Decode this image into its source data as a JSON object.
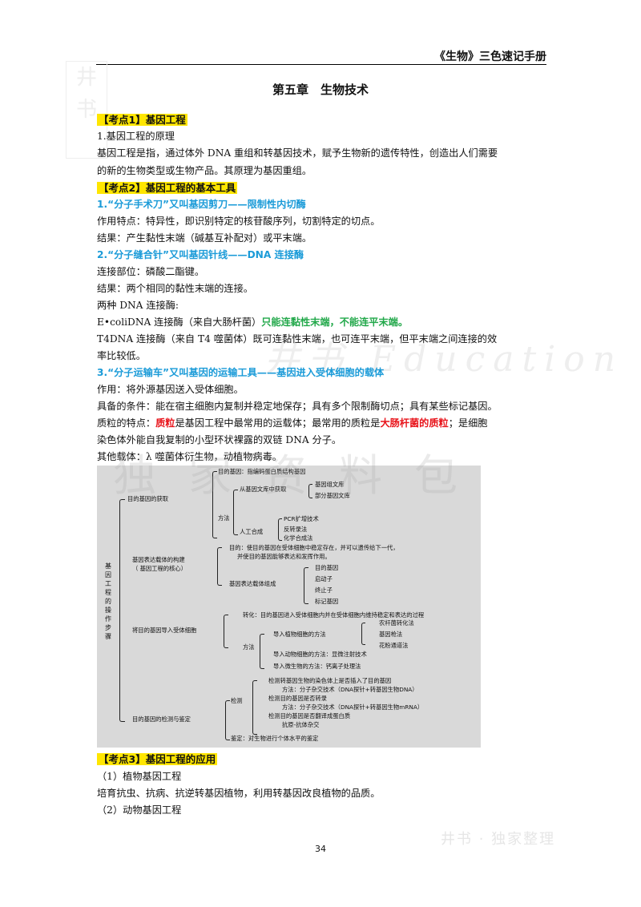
{
  "header": {
    "title": "《生物》三色速记手册"
  },
  "logo": {
    "text": "井书"
  },
  "chapter_title": "第五章　生物技术",
  "sections": {
    "kp1_title": "【考点1】基因工程",
    "kp1_l1": "1.基因工程的原理",
    "kp1_l2": "基因工程是指，通过体外 DNA 重组和转基因技术，赋予生物新的遗传特性，创造出人们需要",
    "kp1_l3": "的新的生物类型或生物产品。其原理为基因重组。",
    "kp2_title": "【考点2】基因工程的基本工具",
    "kp2_h1": "1.“分子手术刀”又叫基因剪刀——限制性内切酶",
    "kp2_l1": "作用特点：特异性，即识别特定的核苷酸序列，切割特定的切点。",
    "kp2_l2": "结果：产生黏性末端（碱基互补配对）或平末端。",
    "kp2_h2": "2.“分子缝合针”又叫基因针线——DNA 连接酶",
    "kp2_l3": "连接部位：磷酸二酯键。",
    "kp2_l4": "结果：两个相同的黏性末端的连接。",
    "kp2_l5": "两种 DNA 连接酶:",
    "kp2_l6a": "E•coliDNA 连接酶（来自大肠杆菌）",
    "kp2_l6b": "只能连黏性末端，不能连平末端。",
    "kp2_l7": "T4DNA 连接酶（来自 T4 噬菌体）既可连黏性末端，也可连平末端，但平末端之间连接的效",
    "kp2_l8": "率比较低。",
    "kp2_h3": "3.“分子运输车”又叫基因的运输工具——基因进入受体细胞的载体",
    "kp2_l9": "作用：将外源基因送入受体细胞。",
    "kp2_l10": "具备的条件：能在宿主细胞内复制并稳定地保存；具有多个限制酶切点；具有某些标记基因。",
    "kp2_l11a": "质粒的特点：",
    "kp2_l11b": "质粒",
    "kp2_l11c": "是基因工程中最常用的运载体；最常用的质粒是",
    "kp2_l11d": "大肠杆菌的质粒",
    "kp2_l11e": "；是细胞",
    "kp2_l12": "染色体外能自我复制的小型环状裸露的双链 DNA 分子。",
    "kp2_l13": "其他载体：λ 噬菌体衍生物，动植物病毒。",
    "kp3_title": "【考点3】基因工程的应用",
    "kp3_l1": "（1）植物基因工程",
    "kp3_l2": "培育抗虫、抗病、抗逆转基因植物，利用转基因改良植物的品质。",
    "kp3_l3": "（2）动物基因工程"
  },
  "diagram": {
    "root": "基因工程的操作步骤",
    "s1": "目的基因的获取",
    "s1_a": "目的基因：指编码蛋白质结构基因",
    "s1_b": "方法",
    "s1_b1": "从基因文库中获取",
    "s1_b1a": "基因组文库",
    "s1_b1b": "部分基因文库",
    "s1_b2": "人工合成",
    "s1_b2a": "PCR扩增技术",
    "s1_b2b": "反转录法",
    "s1_b2c": "化学合成法",
    "s2a": "基因表达载体的构建",
    "s2b": "（ 基因工程的核心）",
    "s2_a1": "目的：使目的基因在受体细胞中稳定存在，并可以遗传给下一代，",
    "s2_a2": "并使目的基因能够表达和发挥作用。",
    "s2_b": "基因表达载体组成",
    "s2_b1": "目的基因",
    "s2_b2": "启动子",
    "s2_b3": "终止子",
    "s2_b4": "标记基因",
    "s3": "将目的基因导入受体细胞",
    "s3_a": "转化：目的基因进入受体细胞内并在受体细胞内维持稳定和表达的过程",
    "s3_b": "方法",
    "s3_b1": "导入植物细胞的方法",
    "s3_b1a": "农杆菌转化法",
    "s3_b1b": "基因枪法",
    "s3_b1c": "花粉通道法",
    "s3_b2": "导入动物细胞的方法：显微注射技术",
    "s3_b3": "导入微生物的方法：钙离子处理法",
    "s4": "目的基因的检测与鉴定",
    "s4_a": "检测",
    "s4_a1": "检测转基因生物的染色体上是否插入了目的基因",
    "s4_a2": "方法：分子杂交技术（DNA探针+转基因生物DNA）",
    "s4_a3": "检测目的基因是否转录",
    "s4_a4": "方法：分子杂交技术（DNA探针+转基因生物mRNA）",
    "s4_a5": "检测目的基因是否翻译成蛋白质",
    "s4_a6": "抗原-抗体杂交",
    "s4_b": "鉴定：对生物进行个体水平的鉴定"
  },
  "watermarks": {
    "w1": "井书 Education",
    "w2": "独家资料包",
    "w3": "井书 · 独家整理"
  },
  "page_number": "34"
}
